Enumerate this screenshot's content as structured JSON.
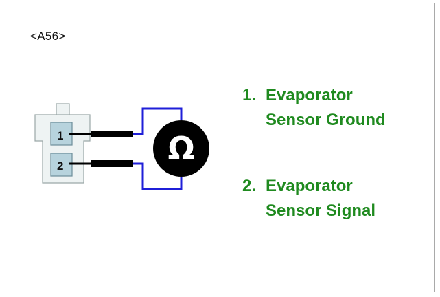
{
  "connector": {
    "id_label": "<A56>",
    "pins": [
      {
        "number": "1"
      },
      {
        "number": "2"
      }
    ]
  },
  "meter": {
    "symbol": "Ω",
    "icon": "ohmmeter-icon"
  },
  "legend": [
    {
      "number": "1.",
      "line1": "Evaporator",
      "line2": "Sensor Ground"
    },
    {
      "number": "2.",
      "line1": "Evaporator",
      "line2": "Sensor Signal"
    }
  ],
  "colors": {
    "legend_text": "#1f8a1f",
    "lead_wire": "#1f1fd8",
    "probe": "#000000",
    "connector_fill": "#eef3f3",
    "terminal_fill": "#b7d3dd"
  }
}
